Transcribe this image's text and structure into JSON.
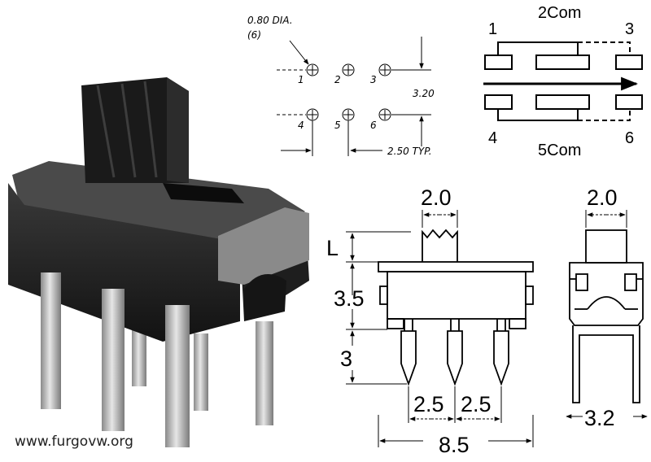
{
  "watermark": "www.furgovw.org",
  "footprint": {
    "hole_label": "0.80  DIA.",
    "hole_count": "(6)",
    "row_pitch": "3.20",
    "col_pitch": "2.50  TYP.",
    "pin_numbers": [
      "1",
      "2",
      "3",
      "4",
      "5",
      "6"
    ]
  },
  "schematic": {
    "top_label": "2Com",
    "bottom_label": "5Com",
    "pin_1": "1",
    "pin_3": "3",
    "pin_4": "4",
    "pin_6": "6"
  },
  "front_view": {
    "actuator_width": "2.0",
    "actuator_height": "L",
    "body_height": "3.5",
    "pin_length": "3",
    "pin_pitch_left": "2.5",
    "pin_pitch_right": "2.5",
    "overall_length": "8.5"
  },
  "side_view": {
    "actuator_width": "2.0",
    "pin_spacing": "3.2"
  }
}
